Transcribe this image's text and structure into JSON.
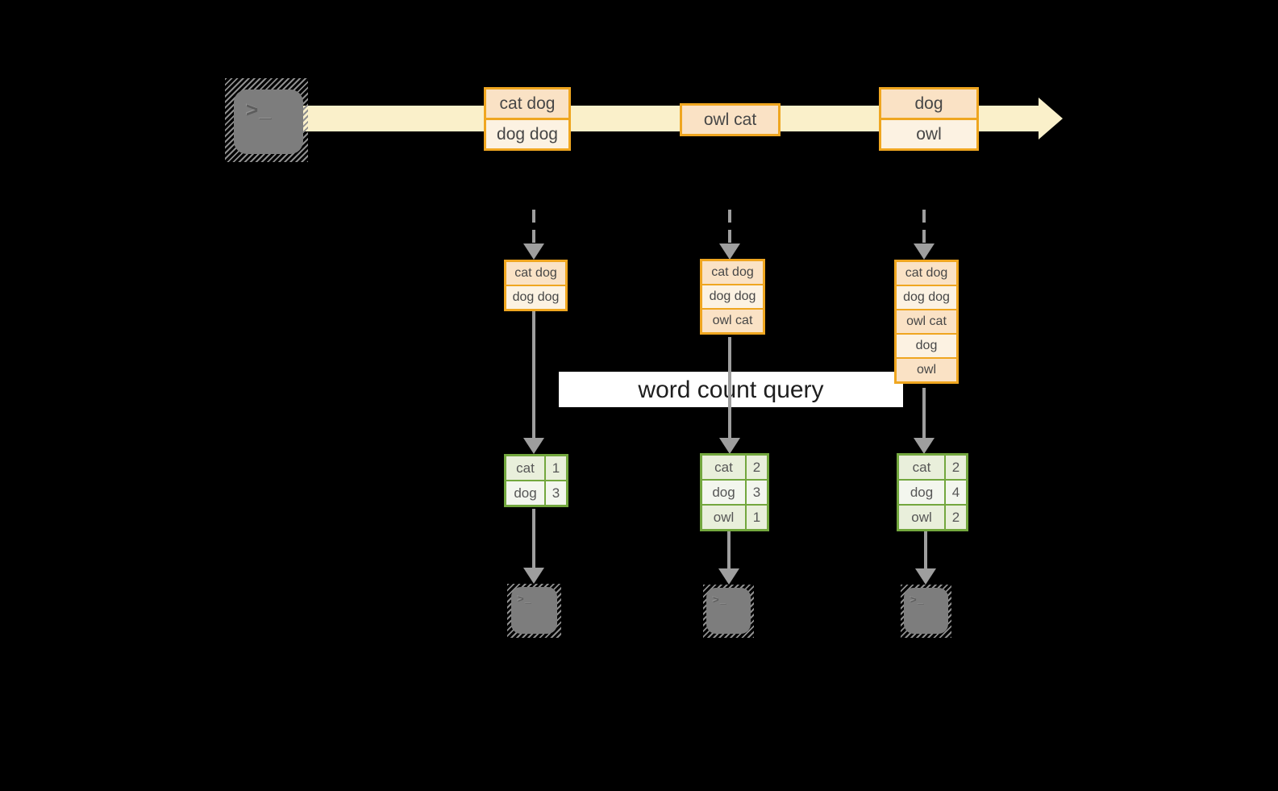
{
  "banner": {
    "label": "word count query"
  },
  "stream": {
    "batches": [
      {
        "rows": [
          "cat dog",
          "dog dog"
        ]
      },
      {
        "rows": [
          "owl cat"
        ]
      },
      {
        "rows": [
          "dog",
          "owl"
        ]
      }
    ]
  },
  "columns": [
    {
      "window": [
        "cat dog",
        "dog dog"
      ],
      "counts": [
        {
          "word": "cat",
          "count": "1"
        },
        {
          "word": "dog",
          "count": "3"
        }
      ]
    },
    {
      "window": [
        "cat dog",
        "dog dog",
        "owl cat"
      ],
      "counts": [
        {
          "word": "cat",
          "count": "2"
        },
        {
          "word": "dog",
          "count": "3"
        },
        {
          "word": "owl",
          "count": "1"
        }
      ]
    },
    {
      "window": [
        "cat dog",
        "dog dog",
        "owl cat",
        "dog",
        "owl"
      ],
      "counts": [
        {
          "word": "cat",
          "count": "2"
        },
        {
          "word": "dog",
          "count": "4"
        },
        {
          "word": "owl",
          "count": "2"
        }
      ]
    }
  ],
  "icons": {
    "terminal_glyph": ">_"
  },
  "colors": {
    "background": "#000000",
    "stream_band": "#faf0ca",
    "box_border": "#efa620",
    "box_fill_dark": "#fae2c5",
    "box_fill_light": "#fcf2e2",
    "table_border": "#73a73e",
    "table_fill_dark": "#e9efdb",
    "table_fill_light": "#f3f6ee",
    "arrow_gray": "#9e9e9e",
    "terminal_gray": "#7d7d7d"
  }
}
